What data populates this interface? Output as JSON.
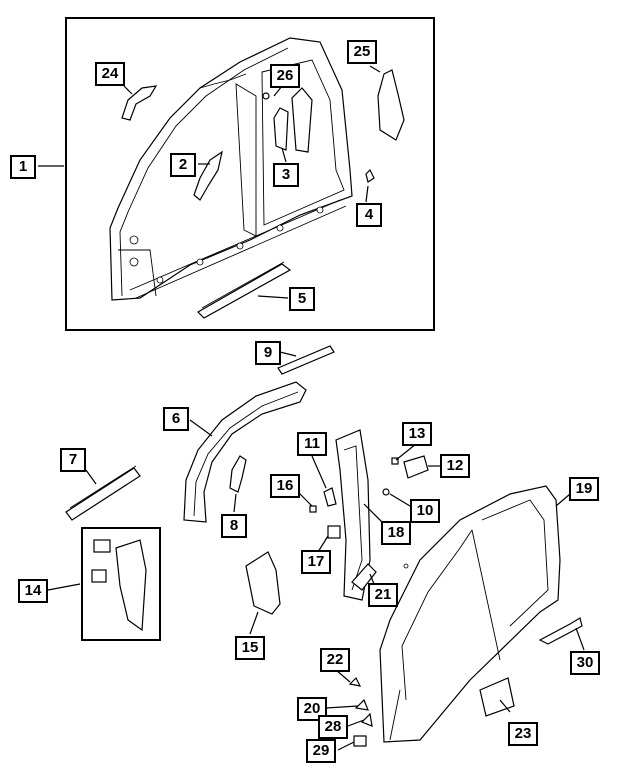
{
  "diagram": {
    "callouts": {
      "c1": "1",
      "c2": "2",
      "c3": "3",
      "c4": "4",
      "c5": "5",
      "c6": "6",
      "c7": "7",
      "c8": "8",
      "c9": "9",
      "c10": "10",
      "c11": "11",
      "c12": "12",
      "c13": "13",
      "c14": "14",
      "c15": "15",
      "c16": "16",
      "c17": "17",
      "c18": "18",
      "c19": "19",
      "c20": "20",
      "c21": "21",
      "c22": "22",
      "c23": "23",
      "c24": "24",
      "c25": "25",
      "c26": "26",
      "c28": "28",
      "c29": "29",
      "c30": "30"
    }
  }
}
